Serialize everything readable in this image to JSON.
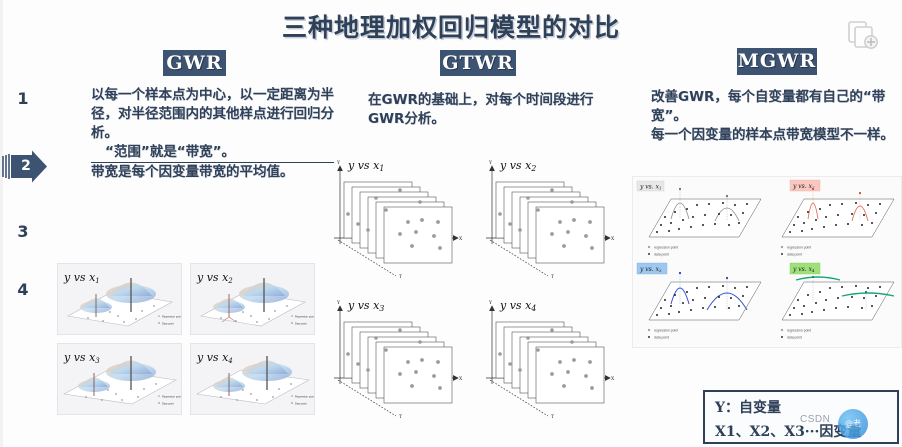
{
  "slide": {
    "title": "三种地理加权回归模型的对比",
    "title_color": "#2f4059",
    "accent_color": "#3d5372",
    "background": "#fdfdfd"
  },
  "top_right_icon": "copy-add-icon",
  "steps": [
    {
      "num": "1"
    },
    {
      "num": "2",
      "active": true
    },
    {
      "num": "3"
    },
    {
      "num": "4"
    }
  ],
  "columns": [
    {
      "key": "gwr",
      "header": "GWR",
      "description_lines": [
        "以每一个样本点为中心，以一定距离为半径，对半径范围内的其他样点进行回归分析。",
        "“范围”就是“带宽”。",
        "带宽是每个因变量带宽的平均值。"
      ],
      "panels": [
        {
          "label_y": "y",
          "label_vs": "vs",
          "label_x": "x",
          "sub": "1",
          "legend": [
            "Regression point",
            "Data point"
          ]
        },
        {
          "label_y": "y",
          "label_vs": "vs",
          "label_x": "x",
          "sub": "2",
          "legend": [
            "Regression point",
            "Data point"
          ]
        },
        {
          "label_y": "y",
          "label_vs": "vs",
          "label_x": "x",
          "sub": "3",
          "legend": [
            "Regression point",
            "Data point"
          ]
        },
        {
          "label_y": "y",
          "label_vs": "vs",
          "label_x": "x",
          "sub": "4",
          "legend": [
            "Regression point",
            "Data point"
          ]
        }
      ]
    },
    {
      "key": "gtwr",
      "header": "GTWR",
      "description_lines": [
        "在GWR的基础上，对每个时间段进行GWR分析。"
      ],
      "panels": [
        {
          "title": "y vs x",
          "sub": "1",
          "axes": {
            "x": "X",
            "y": "Y",
            "t": "T"
          }
        },
        {
          "title": "y vs x",
          "sub": "2",
          "axes": {
            "x": "X",
            "y": "Y",
            "t": "T"
          }
        },
        {
          "title": "y vs x",
          "sub": "3",
          "axes": {
            "x": "X",
            "y": "Y",
            "t": "T"
          }
        },
        {
          "title": "y vs x",
          "sub": "4",
          "axes": {
            "x": "X",
            "y": "Y",
            "t": "T"
          }
        }
      ]
    },
    {
      "key": "mgwr",
      "header": "MGWR",
      "description_lines": [
        "改善GWR，每个自变量都有自己的“带宽”。",
        "每一个因变量的样本点带宽模型不一样。"
      ],
      "panels": [
        {
          "tag": "y vs. x",
          "sub": "1",
          "tag_bg": "#e8e8e8",
          "curve": "#8d8d8d",
          "legend": [
            "regression point",
            "data point"
          ]
        },
        {
          "tag": "y vs. x",
          "sub": "2",
          "tag_bg": "#f9c6c0",
          "curve": "#e0735c",
          "legend": [
            "regression point",
            "data point"
          ]
        },
        {
          "tag": "y vs. x",
          "sub": "3",
          "tag_bg": "#9ec8f0",
          "curve": "#3a52c8",
          "legend": [
            "regression point",
            "data point"
          ]
        },
        {
          "tag": "y vs. x",
          "sub": "4",
          "tag_bg": "#9fe07a",
          "curve": "#19a47e",
          "legend": [
            "regression point",
            "data point"
          ]
        }
      ]
    }
  ],
  "legend_box": {
    "line1": "Y：自变量",
    "line2": "X1、X2、X3···因变量",
    "border_color": "#2f4059"
  },
  "watermark": {
    "text": "CSDN",
    "badge": "@老"
  }
}
